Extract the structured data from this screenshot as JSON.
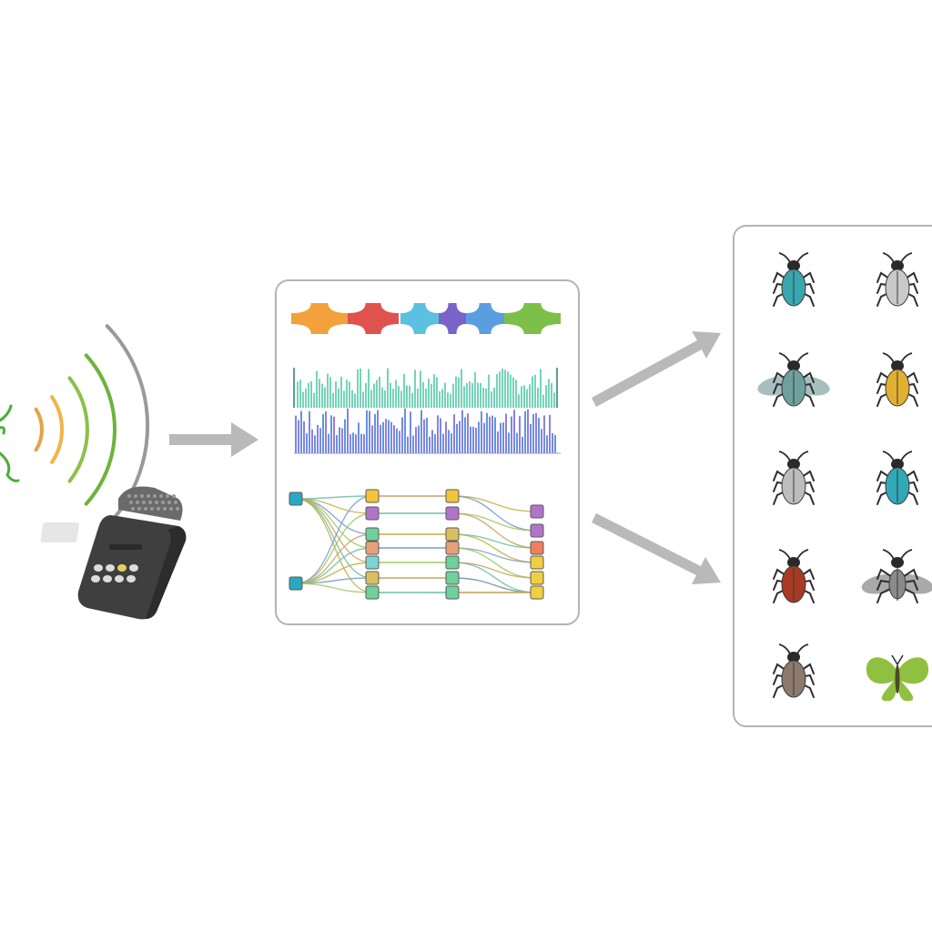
{
  "diagram": {
    "stages": [
      {
        "id": "recorder",
        "label": "",
        "icon": "audio-recorder-icon"
      },
      {
        "id": "processing",
        "label": "",
        "icon": "neural-network-icon"
      },
      {
        "id": "classification",
        "label": "",
        "icon": "insect-grid-icon"
      }
    ],
    "connections": [
      {
        "from": "recorder",
        "to": "processing"
      },
      {
        "from": "processing",
        "to": "classification"
      },
      {
        "from": "processing",
        "to": "classification"
      }
    ],
    "colors": {
      "panel_border": "#b4b4b4",
      "arrow": "#b9b9b9",
      "sound_waves": [
        "#e8a04a",
        "#f0b44a",
        "#8cc04a",
        "#6cb43c",
        "#9a9a9a"
      ],
      "segments": [
        "#f2a13c",
        "#e0524d",
        "#5cc0e0",
        "#7a63c8",
        "#5a9ee0",
        "#7cc04a"
      ],
      "spectrum_top": "#66cfb0",
      "spectrum_bottom_start": "#4aa6e0",
      "spectrum_bottom_end": "#a66ee0",
      "nodes": [
        "#f2c43c",
        "#b075c8",
        "#6ed09a",
        "#e8a07a",
        "#7fd3d3",
        "#d8c060",
        "#f0d040",
        "#ee8060"
      ]
    },
    "insects": [
      {
        "name": "beetle-teal",
        "icon": "beetle-icon",
        "color": "#3aa6b0"
      },
      {
        "name": "beetle-gray",
        "icon": "beetle-icon",
        "color": "#c9c9c9"
      },
      {
        "name": "fly-teal",
        "icon": "fly-icon",
        "color": "#6fa0a0"
      },
      {
        "name": "beetle-yellow",
        "icon": "beetle-icon",
        "color": "#e0b030"
      },
      {
        "name": "beetle-light-gray",
        "icon": "beetle-icon",
        "color": "#bdbdbd"
      },
      {
        "name": "beetle-cyan",
        "icon": "beetle-icon",
        "color": "#30a8b8"
      },
      {
        "name": "beetle-red",
        "icon": "beetle-icon",
        "color": "#a83a24"
      },
      {
        "name": "moth-gray",
        "icon": "moth-icon",
        "color": "#8a8a8a"
      },
      {
        "name": "beetle-brown",
        "icon": "beetle-icon",
        "color": "#8c7a6c"
      },
      {
        "name": "butterfly-green",
        "icon": "butterfly-icon",
        "color": "#90c040"
      }
    ]
  }
}
